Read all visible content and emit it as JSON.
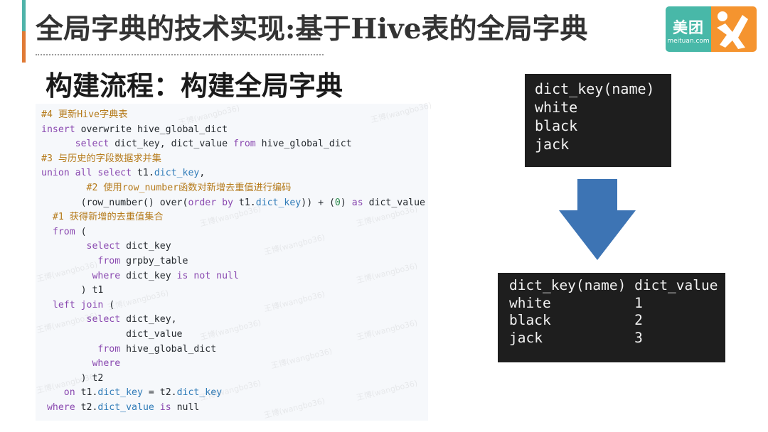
{
  "slide": {
    "title": "全局字典的技术实现:基于Hive表的全局字典",
    "subtitle": "构建流程：构建全局字典",
    "accent_color": "#e07a35",
    "accent_top_color": "#4fb3a9"
  },
  "logo": {
    "brand_text": "美团",
    "domain_text": "meituan.com",
    "left_color": "#48b8a8",
    "right_color": "#f5942f",
    "icon": "kangaroo-mascot-icon"
  },
  "code": {
    "lines": [
      [
        {
          "t": "cm",
          "v": "#4 更新Hive字典表"
        }
      ],
      [
        {
          "t": "kw",
          "v": "insert"
        },
        {
          "t": "p",
          "v": " overwrite hive_global_dict"
        }
      ],
      [
        {
          "t": "p",
          "v": "      "
        },
        {
          "t": "kw",
          "v": "select"
        },
        {
          "t": "p",
          "v": " dict_key, dict_value "
        },
        {
          "t": "kw",
          "v": "from"
        },
        {
          "t": "p",
          "v": " hive_global_dict"
        }
      ],
      [
        {
          "t": "cm",
          "v": "#3 与历史的字段数据求并集"
        }
      ],
      [
        {
          "t": "kw",
          "v": "union all select"
        },
        {
          "t": "p",
          "v": " t1."
        },
        {
          "t": "id",
          "v": "dict_key"
        },
        {
          "t": "p",
          "v": ","
        }
      ],
      [
        {
          "t": "p",
          "v": "        "
        },
        {
          "t": "cm",
          "v": "#2 使用row_number函数对新增去重值进行编码"
        }
      ],
      [
        {
          "t": "p",
          "v": "       (row_number() over("
        },
        {
          "t": "kw",
          "v": "order by"
        },
        {
          "t": "p",
          "v": " t1."
        },
        {
          "t": "id",
          "v": "dict_key"
        },
        {
          "t": "p",
          "v": ")) + ("
        },
        {
          "t": "num",
          "v": "0"
        },
        {
          "t": "p",
          "v": ") "
        },
        {
          "t": "kw",
          "v": "as"
        },
        {
          "t": "p",
          "v": " dict_value"
        }
      ],
      [
        {
          "t": "p",
          "v": "  "
        },
        {
          "t": "cm",
          "v": "#1 获得新增的去重值集合"
        }
      ],
      [
        {
          "t": "p",
          "v": "  "
        },
        {
          "t": "kw",
          "v": "from"
        },
        {
          "t": "p",
          "v": " ("
        }
      ],
      [
        {
          "t": "p",
          "v": "        "
        },
        {
          "t": "kw",
          "v": "select"
        },
        {
          "t": "p",
          "v": " dict_key"
        }
      ],
      [
        {
          "t": "p",
          "v": "          "
        },
        {
          "t": "kw",
          "v": "from"
        },
        {
          "t": "p",
          "v": " grpby_table"
        }
      ],
      [
        {
          "t": "p",
          "v": "         "
        },
        {
          "t": "kw",
          "v": "where"
        },
        {
          "t": "p",
          "v": " dict_key "
        },
        {
          "t": "kw",
          "v": "is not null"
        }
      ],
      [
        {
          "t": "p",
          "v": "       ) t1"
        }
      ],
      [
        {
          "t": "p",
          "v": "  "
        },
        {
          "t": "kw",
          "v": "left join"
        },
        {
          "t": "p",
          "v": " ("
        }
      ],
      [
        {
          "t": "p",
          "v": "        "
        },
        {
          "t": "kw",
          "v": "select"
        },
        {
          "t": "p",
          "v": " dict_key,"
        }
      ],
      [
        {
          "t": "p",
          "v": "               dict_value"
        }
      ],
      [
        {
          "t": "p",
          "v": "          "
        },
        {
          "t": "kw",
          "v": "from"
        },
        {
          "t": "p",
          "v": " hive_global_dict"
        }
      ],
      [
        {
          "t": "p",
          "v": "         "
        },
        {
          "t": "kw",
          "v": "where"
        }
      ],
      [
        {
          "t": "p",
          "v": "       ) t2"
        }
      ],
      [
        {
          "t": "p",
          "v": "    "
        },
        {
          "t": "kw",
          "v": "on"
        },
        {
          "t": "p",
          "v": " t1."
        },
        {
          "t": "id",
          "v": "dict_key"
        },
        {
          "t": "p",
          "v": " = t2."
        },
        {
          "t": "id",
          "v": "dict_key"
        }
      ],
      [
        {
          "t": "p",
          "v": " "
        },
        {
          "t": "kw",
          "v": "where"
        },
        {
          "t": "p",
          "v": " t2."
        },
        {
          "t": "id",
          "v": "dict_value"
        },
        {
          "t": "p",
          "v": " "
        },
        {
          "t": "kw",
          "v": "is"
        },
        {
          "t": "p",
          "v": " null"
        }
      ]
    ],
    "watermark": "王博(wangbo36)"
  },
  "terminal_before": {
    "lines": [
      "dict_key(name)",
      "white",
      "black",
      "jack"
    ]
  },
  "arrow": {
    "icon": "down-arrow-icon",
    "color": "#3d74b4"
  },
  "terminal_after": {
    "lines": [
      "dict_key(name) dict_value",
      "white          1",
      "black          2",
      "jack           3"
    ]
  }
}
